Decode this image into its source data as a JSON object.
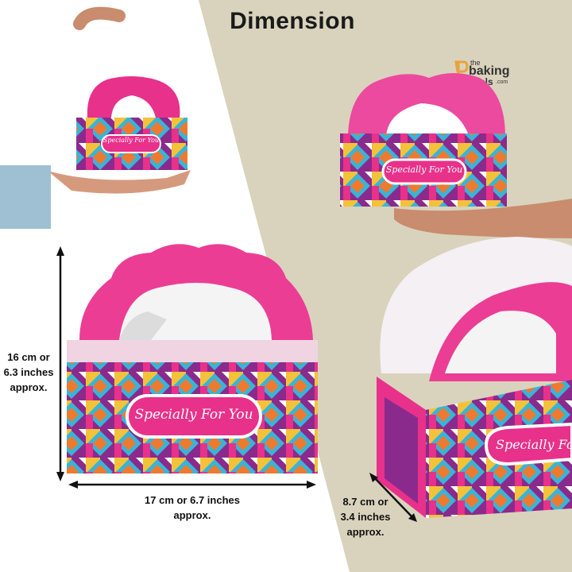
{
  "title": "Dimension",
  "box_text": "Specially For You",
  "height_label": "16 cm or\n6.3 inches\napprox.",
  "width_label": "17 cm or 6.7 inches\napprox.",
  "depth_label": "8.7 cm or\n3.4 inches\napprox.",
  "logo": {
    "the": "the",
    "baking": "baking",
    "tools": "tools",
    "com": ".com"
  },
  "colors": {
    "pink": "#e8318a",
    "purple": "#8a2a8c",
    "beige": "#d9d3bd",
    "cyan": "#39b4d6",
    "yellow": "#f4c23a",
    "orange": "#ee7a2f"
  }
}
